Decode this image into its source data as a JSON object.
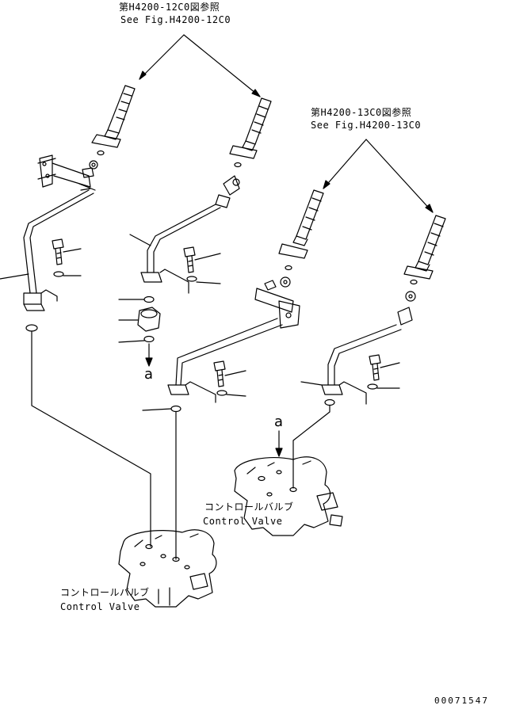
{
  "callouts": {
    "ref_12c0": {
      "jp": "第H4200-12C0図参照",
      "en": "See Fig.H4200-12C0"
    },
    "ref_13c0": {
      "jp": "第H4200-13C0図参照",
      "en": "See Fig.H4200-13C0"
    }
  },
  "valves": {
    "lower": {
      "jp": "コントロールバルブ",
      "en": "Control Valve"
    },
    "upper": {
      "jp": "コントロールバルブ",
      "en": "Control Valve"
    }
  },
  "markers": {
    "a_left": "a",
    "a_right": "a"
  },
  "document_number": "00071547",
  "colors": {
    "ink": "#000000",
    "paper": "#ffffff"
  }
}
